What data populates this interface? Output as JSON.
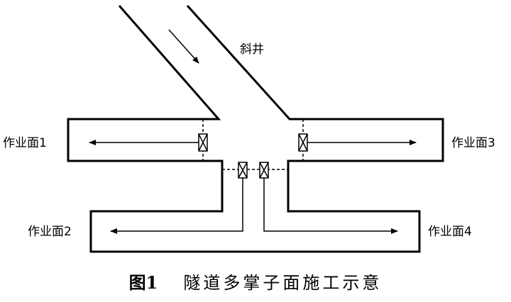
{
  "diagram": {
    "incline_label": "斜井",
    "work_faces": [
      {
        "label": "作业面1"
      },
      {
        "label": "作业面2"
      },
      {
        "label": "作业面3"
      },
      {
        "label": "作业面4"
      }
    ]
  },
  "caption": {
    "figure_number": "图1",
    "title": "隧道多掌子面施工示意"
  },
  "colors": {
    "line": "#000000",
    "background": "#ffffff"
  }
}
